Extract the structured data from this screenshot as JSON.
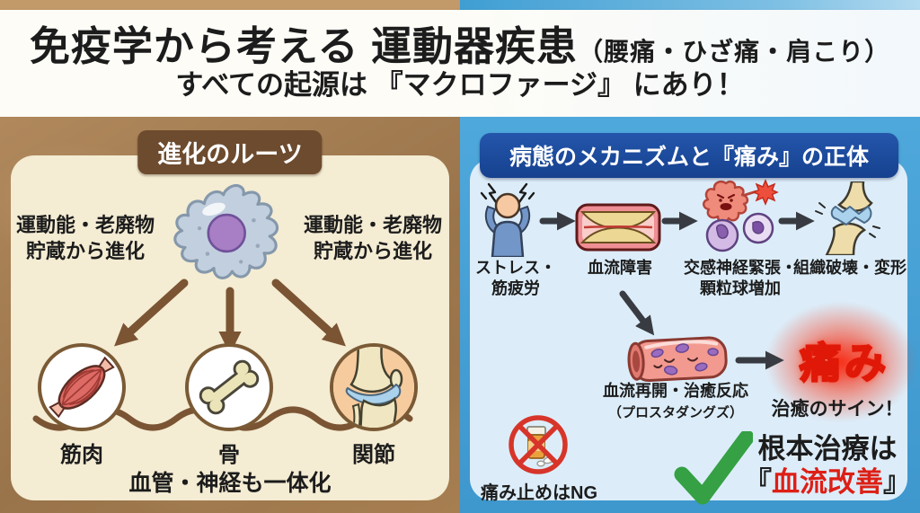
{
  "header": {
    "title_main": "免疫学から考える 運動器疾患",
    "title_paren": "（腰痛・ひざ痛・肩こり）",
    "subtitle": "すべての起源は 『マクロファージ』 にあり！"
  },
  "evolution_panel": {
    "badge": "進化のルーツ",
    "cell_icon": "macrophage-icon",
    "note_left_line1": "運動能・老廃物",
    "note_left_line2": "貯蔵から進化",
    "note_right_line1": "運動能・老廃物",
    "note_right_line2": "貯蔵から進化",
    "organs": [
      {
        "label": "筋肉",
        "icon": "muscle-icon"
      },
      {
        "label": "骨",
        "icon": "bone-icon"
      },
      {
        "label": "関節",
        "icon": "knee-joint-icon"
      }
    ],
    "bottom_note": "血管・神経も一体化"
  },
  "mechanism_panel": {
    "badge": "病態のメカニズムと『痛み』の正体",
    "flow_steps": [
      {
        "label_line1": "ストレス・",
        "label_line2": "筋疲労",
        "icon": "stressed-person-icon"
      },
      {
        "label_line1": "血流障害",
        "label_line2": "",
        "icon": "narrowed-vessel-icon"
      },
      {
        "label_line1": "交感神経緊張・",
        "label_line2": "顆粒球増加",
        "icon": "immune-cells-icon"
      },
      {
        "label_line1": "組織破壊・変形",
        "label_line2": "",
        "icon": "damaged-joint-icon"
      }
    ],
    "healing": {
      "label_line1": "血流再開・治癒反応",
      "label_line2": "（プロスタダングズ）",
      "icon": "healed-vessel-icon"
    },
    "pain": {
      "word": "痛み",
      "caption": "治癒のサイン！"
    },
    "ng": {
      "label": "痛み止めはNG",
      "icon": "no-painkillers-icon"
    },
    "cure": {
      "line1": "根本治療は",
      "bracket_open": "『",
      "highlight": "血流改善",
      "bracket_close": "』",
      "check_icon": "checkmark-icon"
    }
  },
  "colors": {
    "header_left_bg": "#c29a69",
    "header_right_bg": "#3f9ed3",
    "left_bg": "#a57d4f",
    "left_card": "#f4ecd3",
    "left_badge": "#6d4b2e",
    "arrow_brown": "#7a5433",
    "right_bg": "#47a0d6",
    "right_card": "#dcedf9",
    "right_badge": "#1c4da1",
    "arrow_dark": "#383c42",
    "pain_red": "#e01808",
    "highlight_red": "#dd1f16",
    "check_green": "#35a044"
  }
}
